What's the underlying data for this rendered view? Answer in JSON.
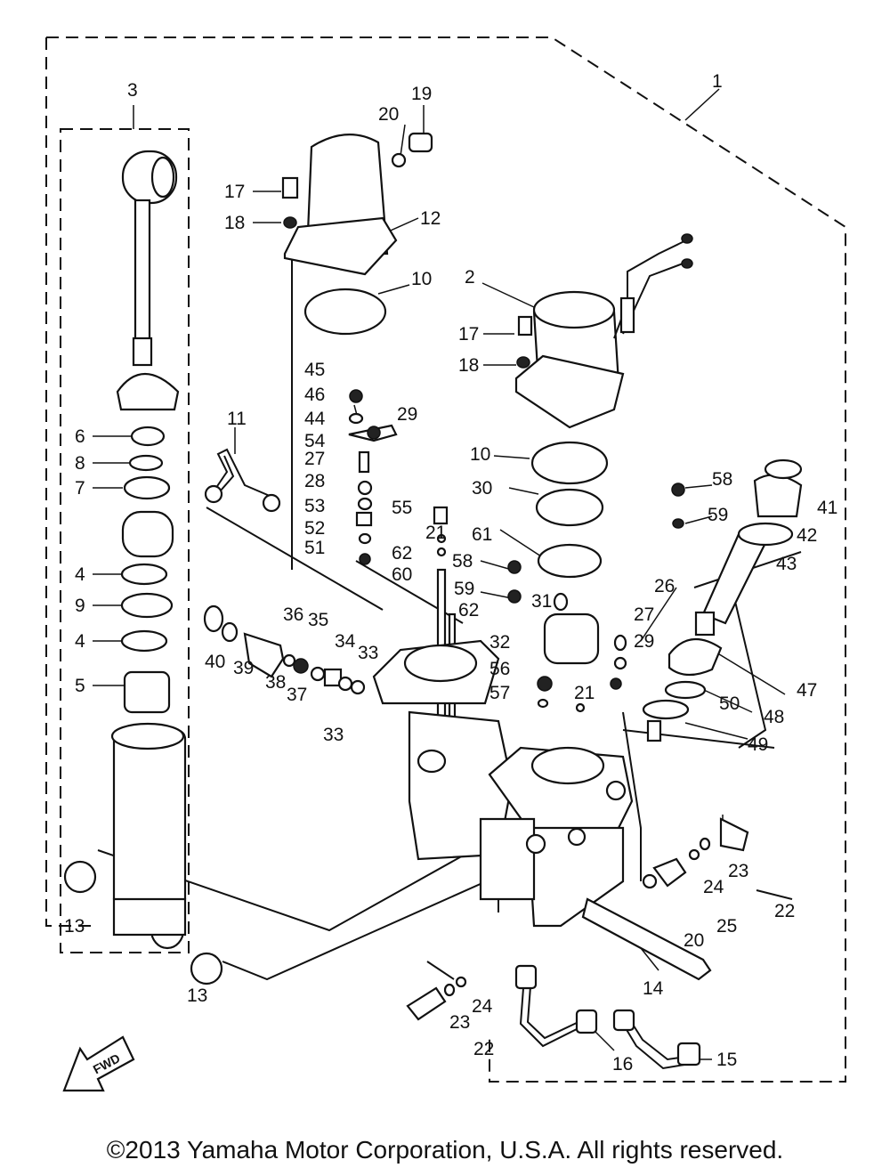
{
  "labels": [
    {
      "n": "1"
    },
    {
      "n": "2"
    },
    {
      "n": "3"
    },
    {
      "n": "4"
    },
    {
      "n": "4"
    },
    {
      "n": "5"
    },
    {
      "n": "6"
    },
    {
      "n": "7"
    },
    {
      "n": "8"
    },
    {
      "n": "9"
    },
    {
      "n": "10"
    },
    {
      "n": "10"
    },
    {
      "n": "11"
    },
    {
      "n": "12"
    },
    {
      "n": "13"
    },
    {
      "n": "13"
    },
    {
      "n": "14"
    },
    {
      "n": "15"
    },
    {
      "n": "16"
    },
    {
      "n": "17"
    },
    {
      "n": "17"
    },
    {
      "n": "18"
    },
    {
      "n": "18"
    },
    {
      "n": "19"
    },
    {
      "n": "20"
    },
    {
      "n": "20"
    },
    {
      "n": "21"
    },
    {
      "n": "21"
    },
    {
      "n": "22"
    },
    {
      "n": "22"
    },
    {
      "n": "23"
    },
    {
      "n": "23"
    },
    {
      "n": "24"
    },
    {
      "n": "24"
    },
    {
      "n": "25"
    },
    {
      "n": "26"
    },
    {
      "n": "27"
    },
    {
      "n": "27"
    },
    {
      "n": "28"
    },
    {
      "n": "29"
    },
    {
      "n": "29"
    },
    {
      "n": "30"
    },
    {
      "n": "31"
    },
    {
      "n": "32"
    },
    {
      "n": "33"
    },
    {
      "n": "33"
    },
    {
      "n": "34"
    },
    {
      "n": "35"
    },
    {
      "n": "36"
    },
    {
      "n": "37"
    },
    {
      "n": "38"
    },
    {
      "n": "39"
    },
    {
      "n": "40"
    },
    {
      "n": "41"
    },
    {
      "n": "42"
    },
    {
      "n": "43"
    },
    {
      "n": "44"
    },
    {
      "n": "45"
    },
    {
      "n": "46"
    },
    {
      "n": "47"
    },
    {
      "n": "48"
    },
    {
      "n": "49"
    },
    {
      "n": "50"
    },
    {
      "n": "51"
    },
    {
      "n": "52"
    },
    {
      "n": "53"
    },
    {
      "n": "54"
    },
    {
      "n": "55"
    },
    {
      "n": "56"
    },
    {
      "n": "57"
    },
    {
      "n": "58"
    },
    {
      "n": "58"
    },
    {
      "n": "59"
    },
    {
      "n": "59"
    },
    {
      "n": "60"
    },
    {
      "n": "61"
    },
    {
      "n": "62"
    },
    {
      "n": "62"
    }
  ],
  "fwd_label": "FWD",
  "copyright": "©2013 Yamaha Motor Corporation, U.S.A. All rights reserved."
}
